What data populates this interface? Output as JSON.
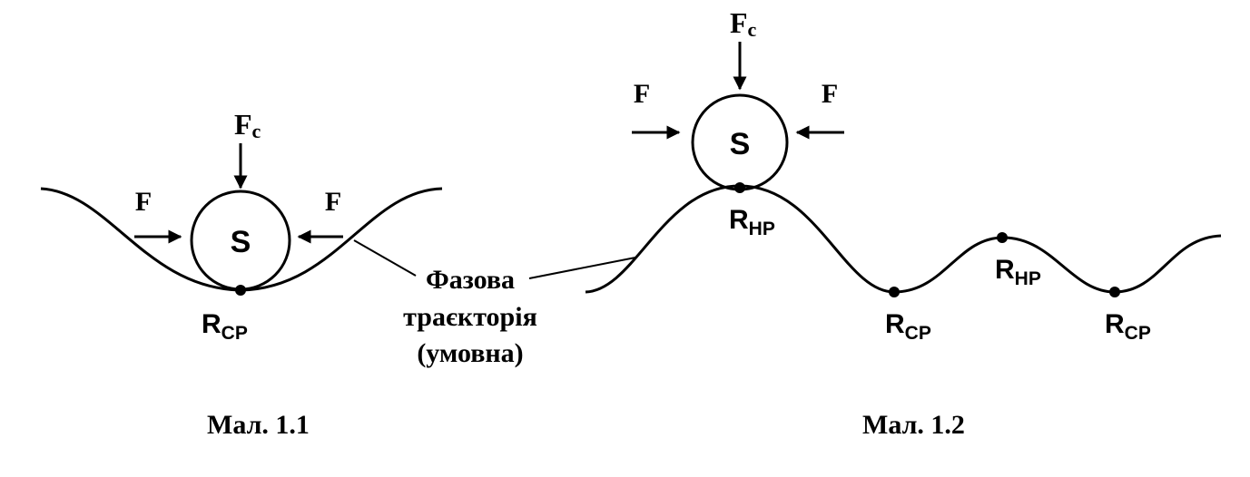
{
  "figure1": {
    "force_top": "F",
    "force_top_sub": "c",
    "force_left": "F",
    "force_right": "F",
    "system": "S",
    "point_main": "R",
    "point_sub": "CP",
    "caption": "Мал. 1.1"
  },
  "phase_label": {
    "line1": "Фазова",
    "line2": "траєкторія",
    "line3": "(умовна)"
  },
  "figure2": {
    "force_top": "F",
    "force_top_sub": "c",
    "force_left": "F",
    "force_right": "F",
    "system": "S",
    "peak1_main": "R",
    "peak1_sub": "HP",
    "valley1_main": "R",
    "valley1_sub": "CP",
    "peak2_main": "R",
    "peak2_sub": "HP",
    "valley2_main": "R",
    "valley2_sub": "CP",
    "caption": "Мал. 1.2"
  }
}
